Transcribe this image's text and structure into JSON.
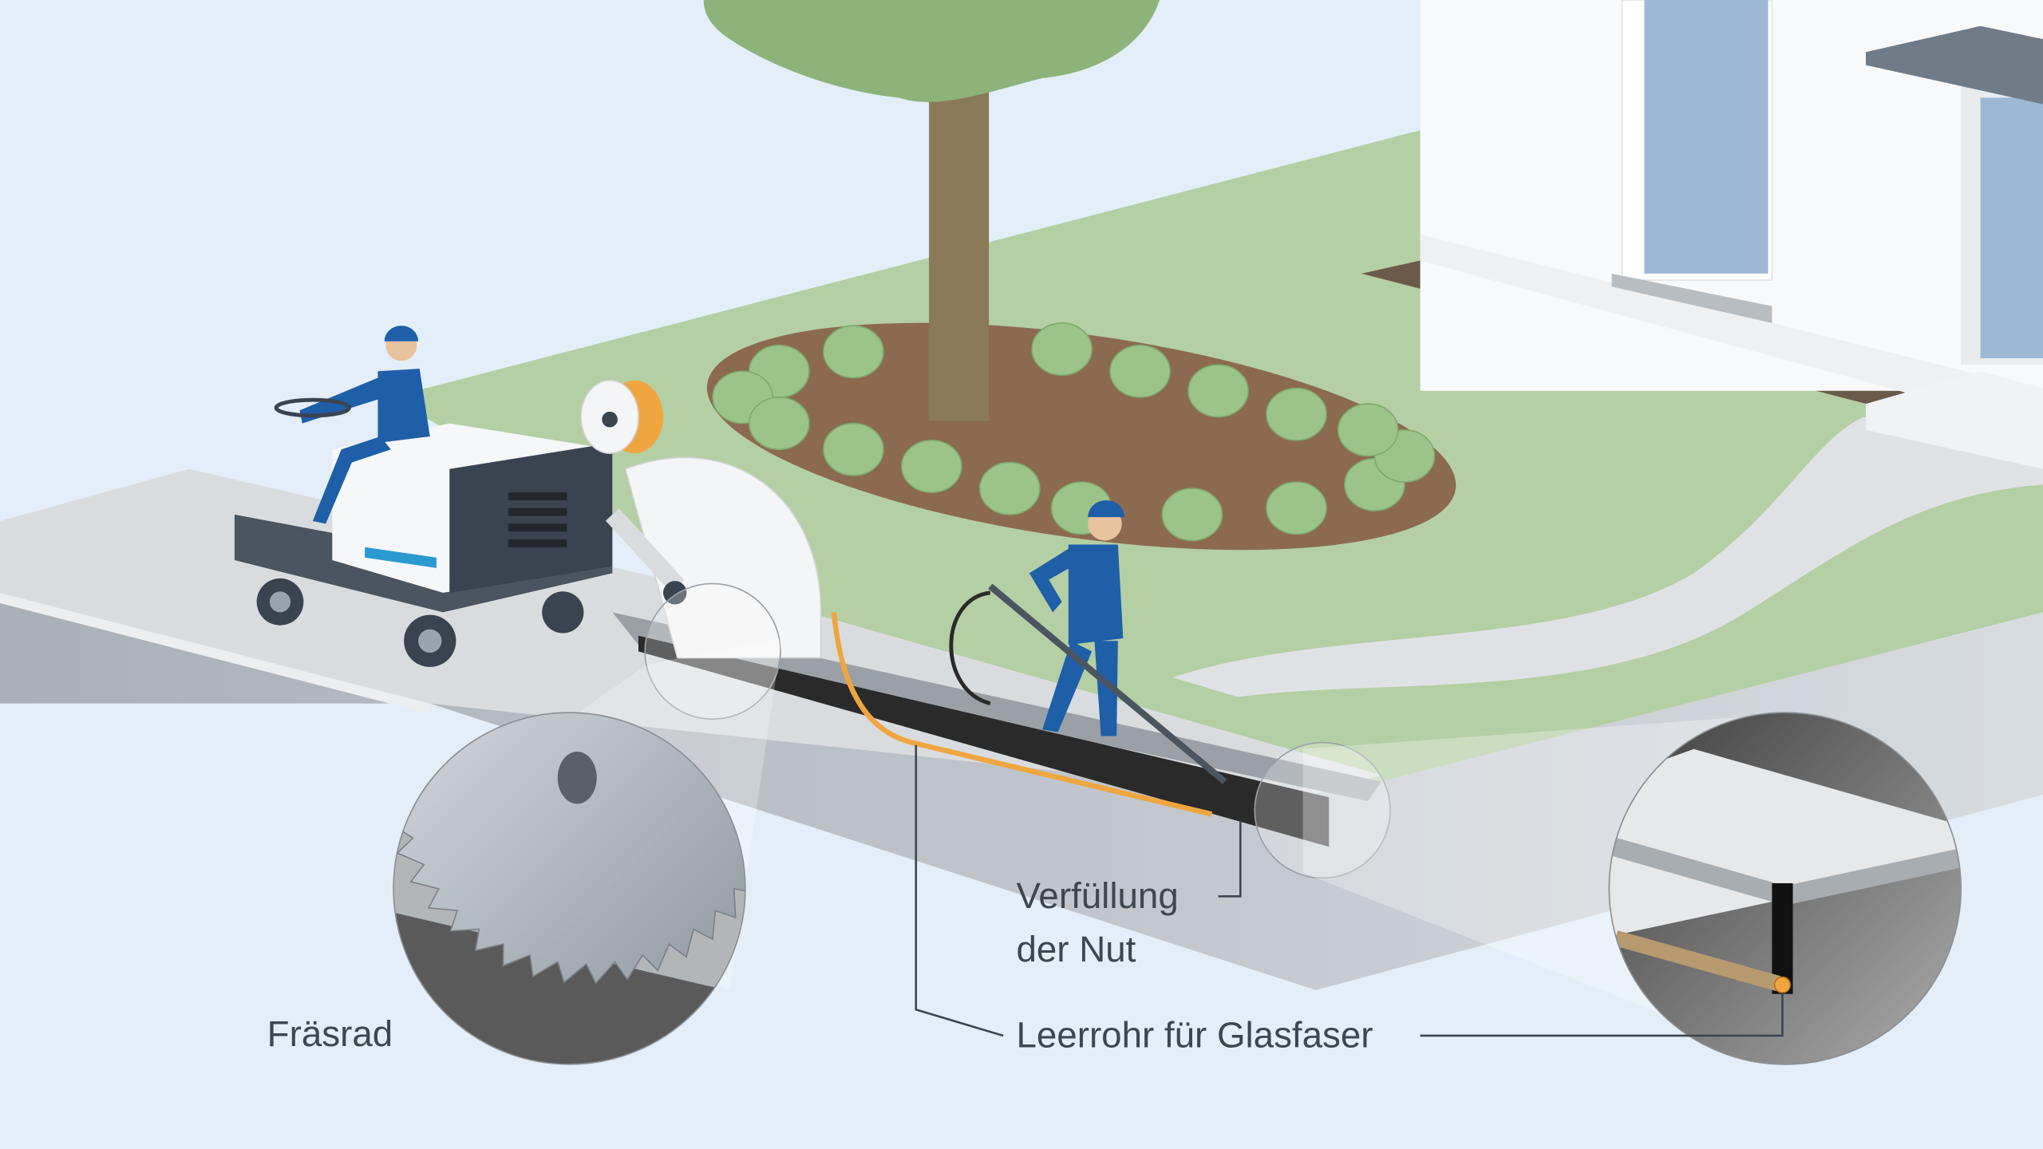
{
  "labels": {
    "saw_wheel": "Fräsrad",
    "backfill_line1": "Verfüllung",
    "backfill_line2": "der Nut",
    "conduit": "Leerrohr für Glasfaser"
  },
  "colors": {
    "sky": "#e3eef8",
    "lawn": "#b5cfa5",
    "tree_crown": "#8db37a",
    "bushes": "#9cc48a",
    "soil": "#8b6a50",
    "worker_blue": "#1f5fa8",
    "conduit_orange": "#f0a640"
  }
}
